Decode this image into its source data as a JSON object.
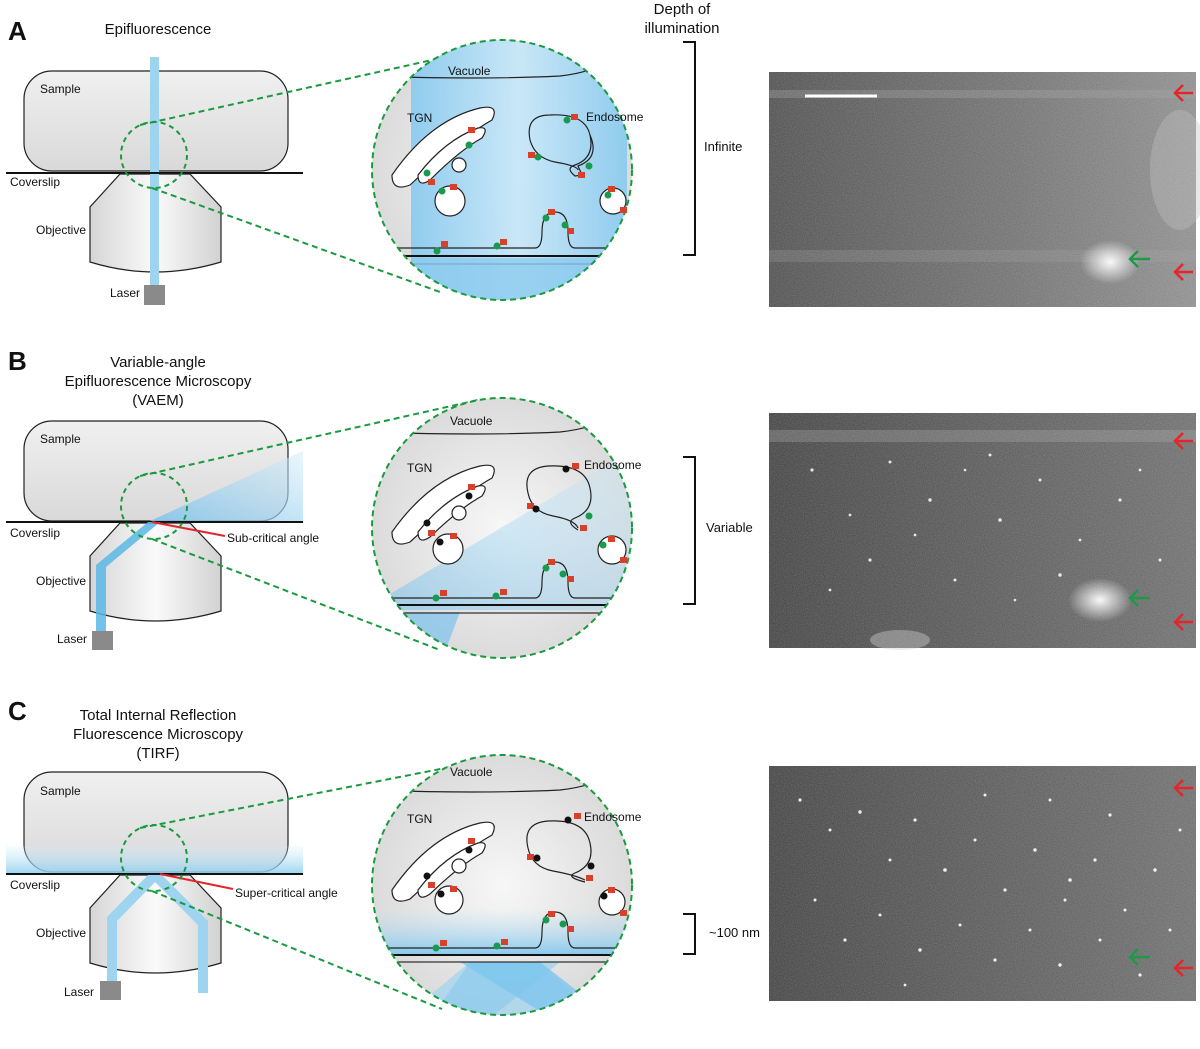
{
  "header": {
    "depth_title_line1": "Depth of",
    "depth_title_line2": "illumination"
  },
  "labels": {
    "sample": "Sample",
    "coverslip": "Coverslip",
    "objective": "Objective",
    "laser": "Laser",
    "vacuole": "Vacuole",
    "tgn": "TGN",
    "endosome": "Endosome"
  },
  "panels": [
    {
      "letter": "A",
      "title_lines": [
        "Epifluorescence"
      ],
      "depth": "Infinite",
      "angle_label": ""
    },
    {
      "letter": "B",
      "title_lines": [
        "Variable-angle",
        "Epifluorescence Microscopy",
        "(VAEM)"
      ],
      "depth": "Variable",
      "angle_label": "Sub-critical angle"
    },
    {
      "letter": "C",
      "title_lines": [
        "Total Internal Reflection",
        "Fluorescence Microscopy",
        "(TIRF)"
      ],
      "depth": "~100 nm",
      "angle_label": "Super-critical angle"
    }
  ],
  "colors": {
    "light_blue": "#9fd4f0",
    "blue_mid": "#5bb7e6",
    "dashed_green": "#1a9a3f",
    "cargo_green": "#1a9a4f",
    "receptor_red": "#d8402a",
    "arrow_red": "#e3262b",
    "arrow_green": "#1d9a47",
    "sample_grey": "#e6e6e6",
    "laser_grey": "#8a8a8a"
  }
}
